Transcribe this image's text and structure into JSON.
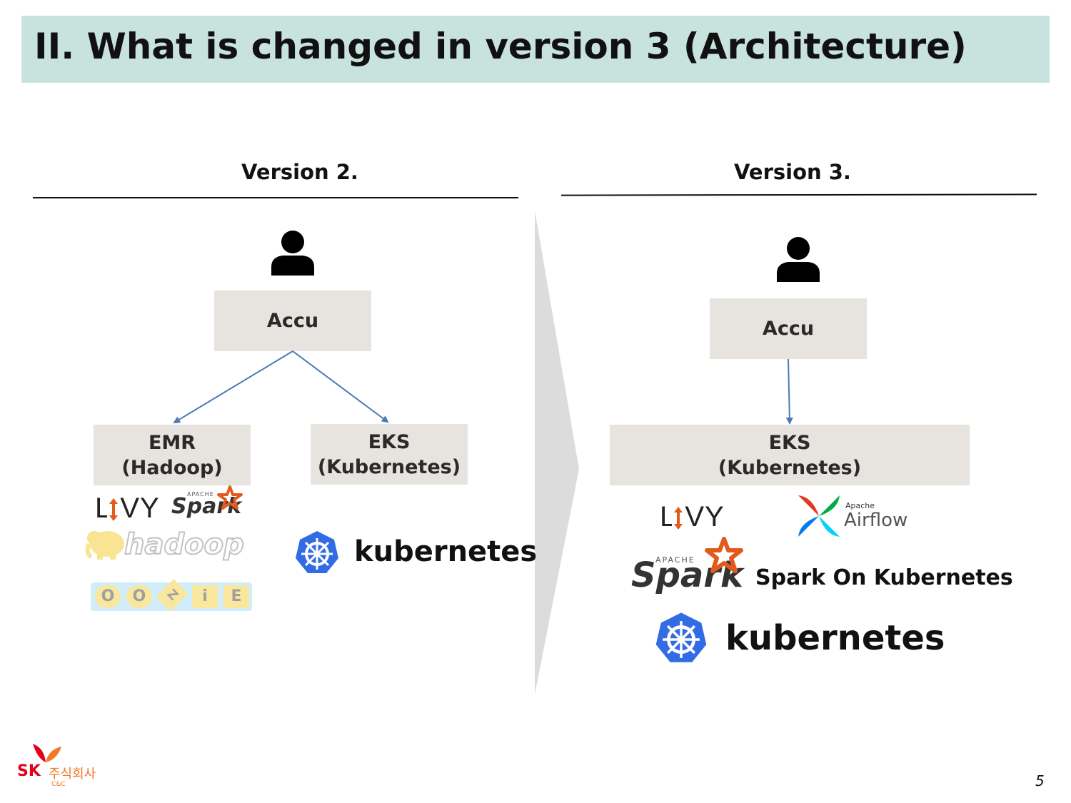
{
  "title": "II. What is changed in version 3 (Architecture)",
  "version2": {
    "heading": "Version 2.",
    "accu": "Accu",
    "emr": {
      "line1": "EMR",
      "line2": "(Hadoop)"
    },
    "eks": {
      "line1": "EKS",
      "line2": "(Kubernetes)"
    },
    "logos": {
      "livy": "LIVY",
      "spark_small": "APACHE",
      "spark": "Spark",
      "hadoop": "hadoop",
      "oozie": [
        "O",
        "O",
        "Z",
        "i",
        "E"
      ],
      "kubernetes": "kubernetes"
    }
  },
  "version3": {
    "heading": "Version 3.",
    "accu": "Accu",
    "eks": {
      "line1": "EKS",
      "line2": "(Kubernetes)"
    },
    "logos": {
      "livy": "LIVY",
      "airflow_small": "Apache",
      "airflow": "Airflow",
      "spark_small": "APACHE",
      "spark": "Spark",
      "kubernetes": "kubernetes"
    },
    "spark_on_k8s": "Spark On Kubernetes"
  },
  "footer": {
    "brand": "SK",
    "brand_korean": "주식회사",
    "brand_sub": "C&C",
    "page_number": "5"
  },
  "colors": {
    "title_bar": "#c8e3de",
    "box": "#e7e3df",
    "arrow": "#4a7ab8",
    "k8s_blue": "#326ce5",
    "spark_orange": "#e25a1c",
    "sk_red": "#e2001a",
    "sk_orange": "#f47725"
  }
}
